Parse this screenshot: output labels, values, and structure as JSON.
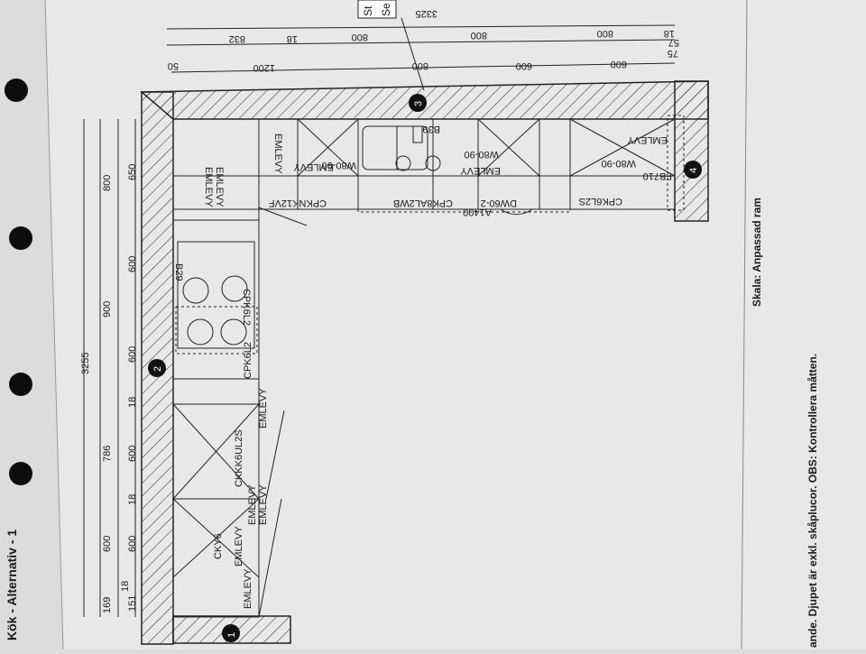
{
  "header": {
    "title": "Kök - Alternativ - 1",
    "corner_text_1": "St",
    "corner_text_2": "Se"
  },
  "footer": {
    "scale": "Skala: Anpassad ram",
    "note": "ande. Djupet är exkl. skåplucor. OBS: Kontrollera måtten."
  },
  "markers": [
    "1",
    "2",
    "3",
    "4"
  ],
  "dims_left": {
    "total": "3255",
    "row": [
      "169",
      "600",
      "18",
      "600",
      "786",
      "18",
      "600",
      "900",
      "600",
      "800",
      "650"
    ],
    "extra": [
      "18",
      "151",
      "600"
    ]
  },
  "dims_top": {
    "total": "3325",
    "row1": [
      "832",
      "18",
      "800",
      "800",
      "800",
      "18"
    ],
    "row2": [
      "1200",
      "800",
      "600",
      "600",
      "57"
    ],
    "small": [
      "50",
      "75"
    ]
  },
  "cabinet_labels": {
    "left_wall": [
      "EMLEVY",
      "CKY6",
      "EMLEVY",
      "EMLEVY",
      "EMLEVY",
      "CKKK6UL2S",
      "EMLEVY",
      "CPK6L2",
      "CPK6L2",
      "B29",
      "EMLEVY",
      "EMLEVY"
    ],
    "top_wall": [
      "EMLEVY",
      "W80-90",
      "EMLEVY",
      "W80-90",
      "EMLEVY",
      "W80-90",
      "EMLEVY",
      "CPKNK12VF",
      "CPK8AL2WB",
      "DW60-2",
      "A1400",
      "CPK6L2S",
      "FB710",
      "B39"
    ]
  }
}
